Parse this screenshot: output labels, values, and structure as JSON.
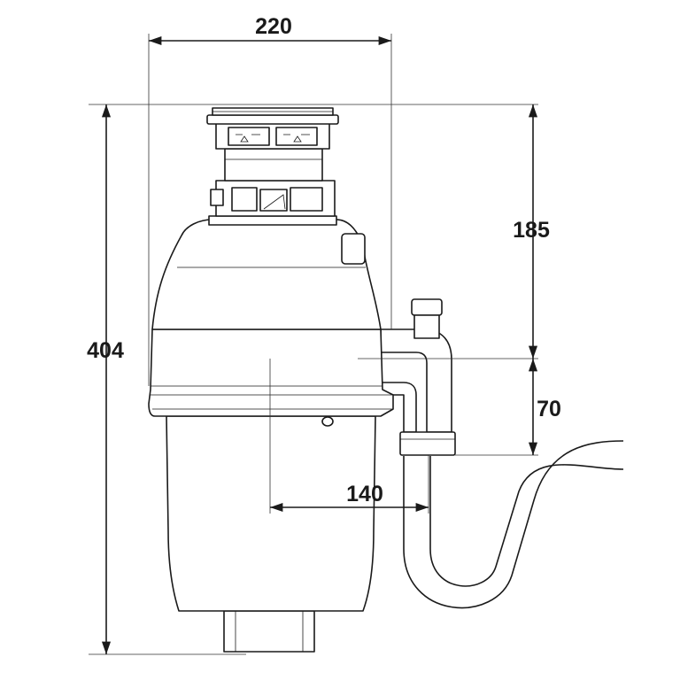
{
  "dimensions": {
    "width": "220",
    "height_total": "404",
    "inlet_to_outlet": "185",
    "outlet_to_trap": "70",
    "outlet_offset": "140"
  },
  "colors": {
    "ink": "#1a1a1a",
    "background": "#ffffff"
  }
}
